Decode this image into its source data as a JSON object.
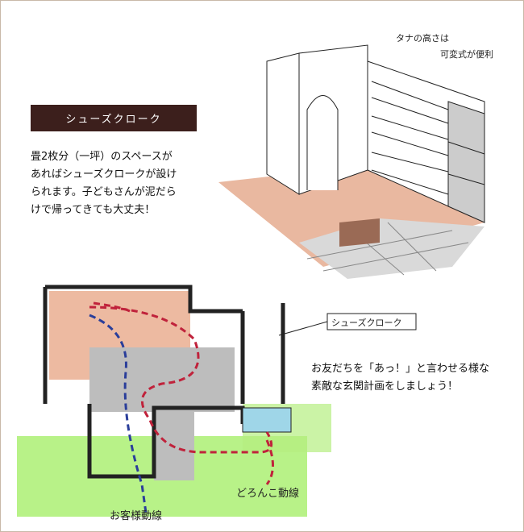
{
  "heading": "シューズクローク",
  "description": [
    "畳2枚分（一坪）のスペースが",
    "あればシューズクロークが設け",
    "られます。子どもさんが泥だら",
    "けで帰ってきても大丈夫！"
  ],
  "message": [
    "お友だちを「あっ！」と言わせる様な",
    "素敵な玄関計画をしましょう！"
  ],
  "sketch_labels": {
    "shelf_note_1": "タナの高さは",
    "shelf_note_2": "可変式が便利",
    "shoe_cloak": "シューズクローク",
    "mud_route": "どろんこ動線",
    "guest_route": "お客様動線"
  }
}
